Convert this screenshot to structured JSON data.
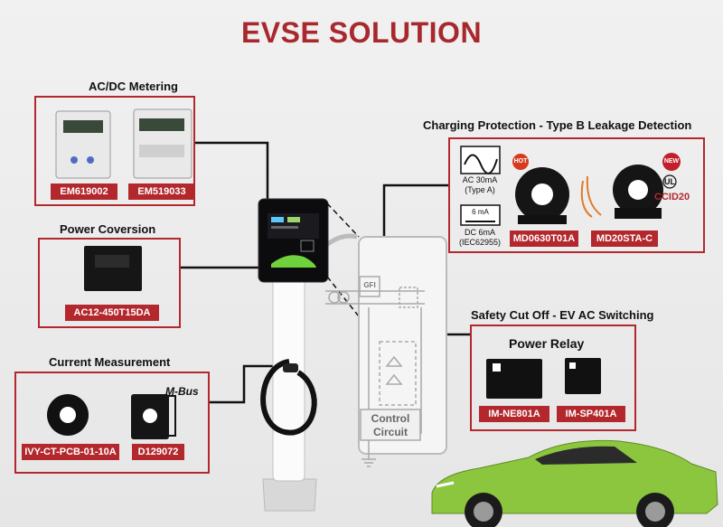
{
  "title": "EVSE SOLUTION",
  "sections": {
    "metering": {
      "heading": "AC/DC Metering",
      "products": [
        "EM619002",
        "EM519033"
      ]
    },
    "power": {
      "heading": "Power Coversion",
      "products": [
        "AC12-450T15DA"
      ]
    },
    "current": {
      "heading": "Current Measurement",
      "products": [
        "IVY-CT-PCB-01-10A",
        "D129072"
      ],
      "mbus_label": "M-Bus"
    },
    "protection": {
      "heading": "Charging Protection - Type B Leakage Detection",
      "ac_label": "AC 30mA",
      "ac_type": "(Type A)",
      "dc_symbol": "6 mA",
      "dc_label": "DC 6mA",
      "dc_std": "(IEC62955)",
      "products": [
        "MD0630T01A",
        "MD20STA-C"
      ],
      "hot_badge": "HOT",
      "new_badge": "NEW",
      "ul_mark": "UL",
      "ccid_label": "CCID20"
    },
    "relay": {
      "heading": "Safety Cut Off - EV AC Switching",
      "box_title": "Power Relay",
      "products": [
        "IM-NE801A",
        "IM-SP401A"
      ]
    }
  },
  "schematic": {
    "gfi_label": "GFI",
    "control_line1": "Control",
    "control_line2": "Circuit"
  },
  "colors": {
    "brand_red": "#b3282d",
    "title_red": "#a8282d",
    "car_green": "#8cc63f"
  }
}
